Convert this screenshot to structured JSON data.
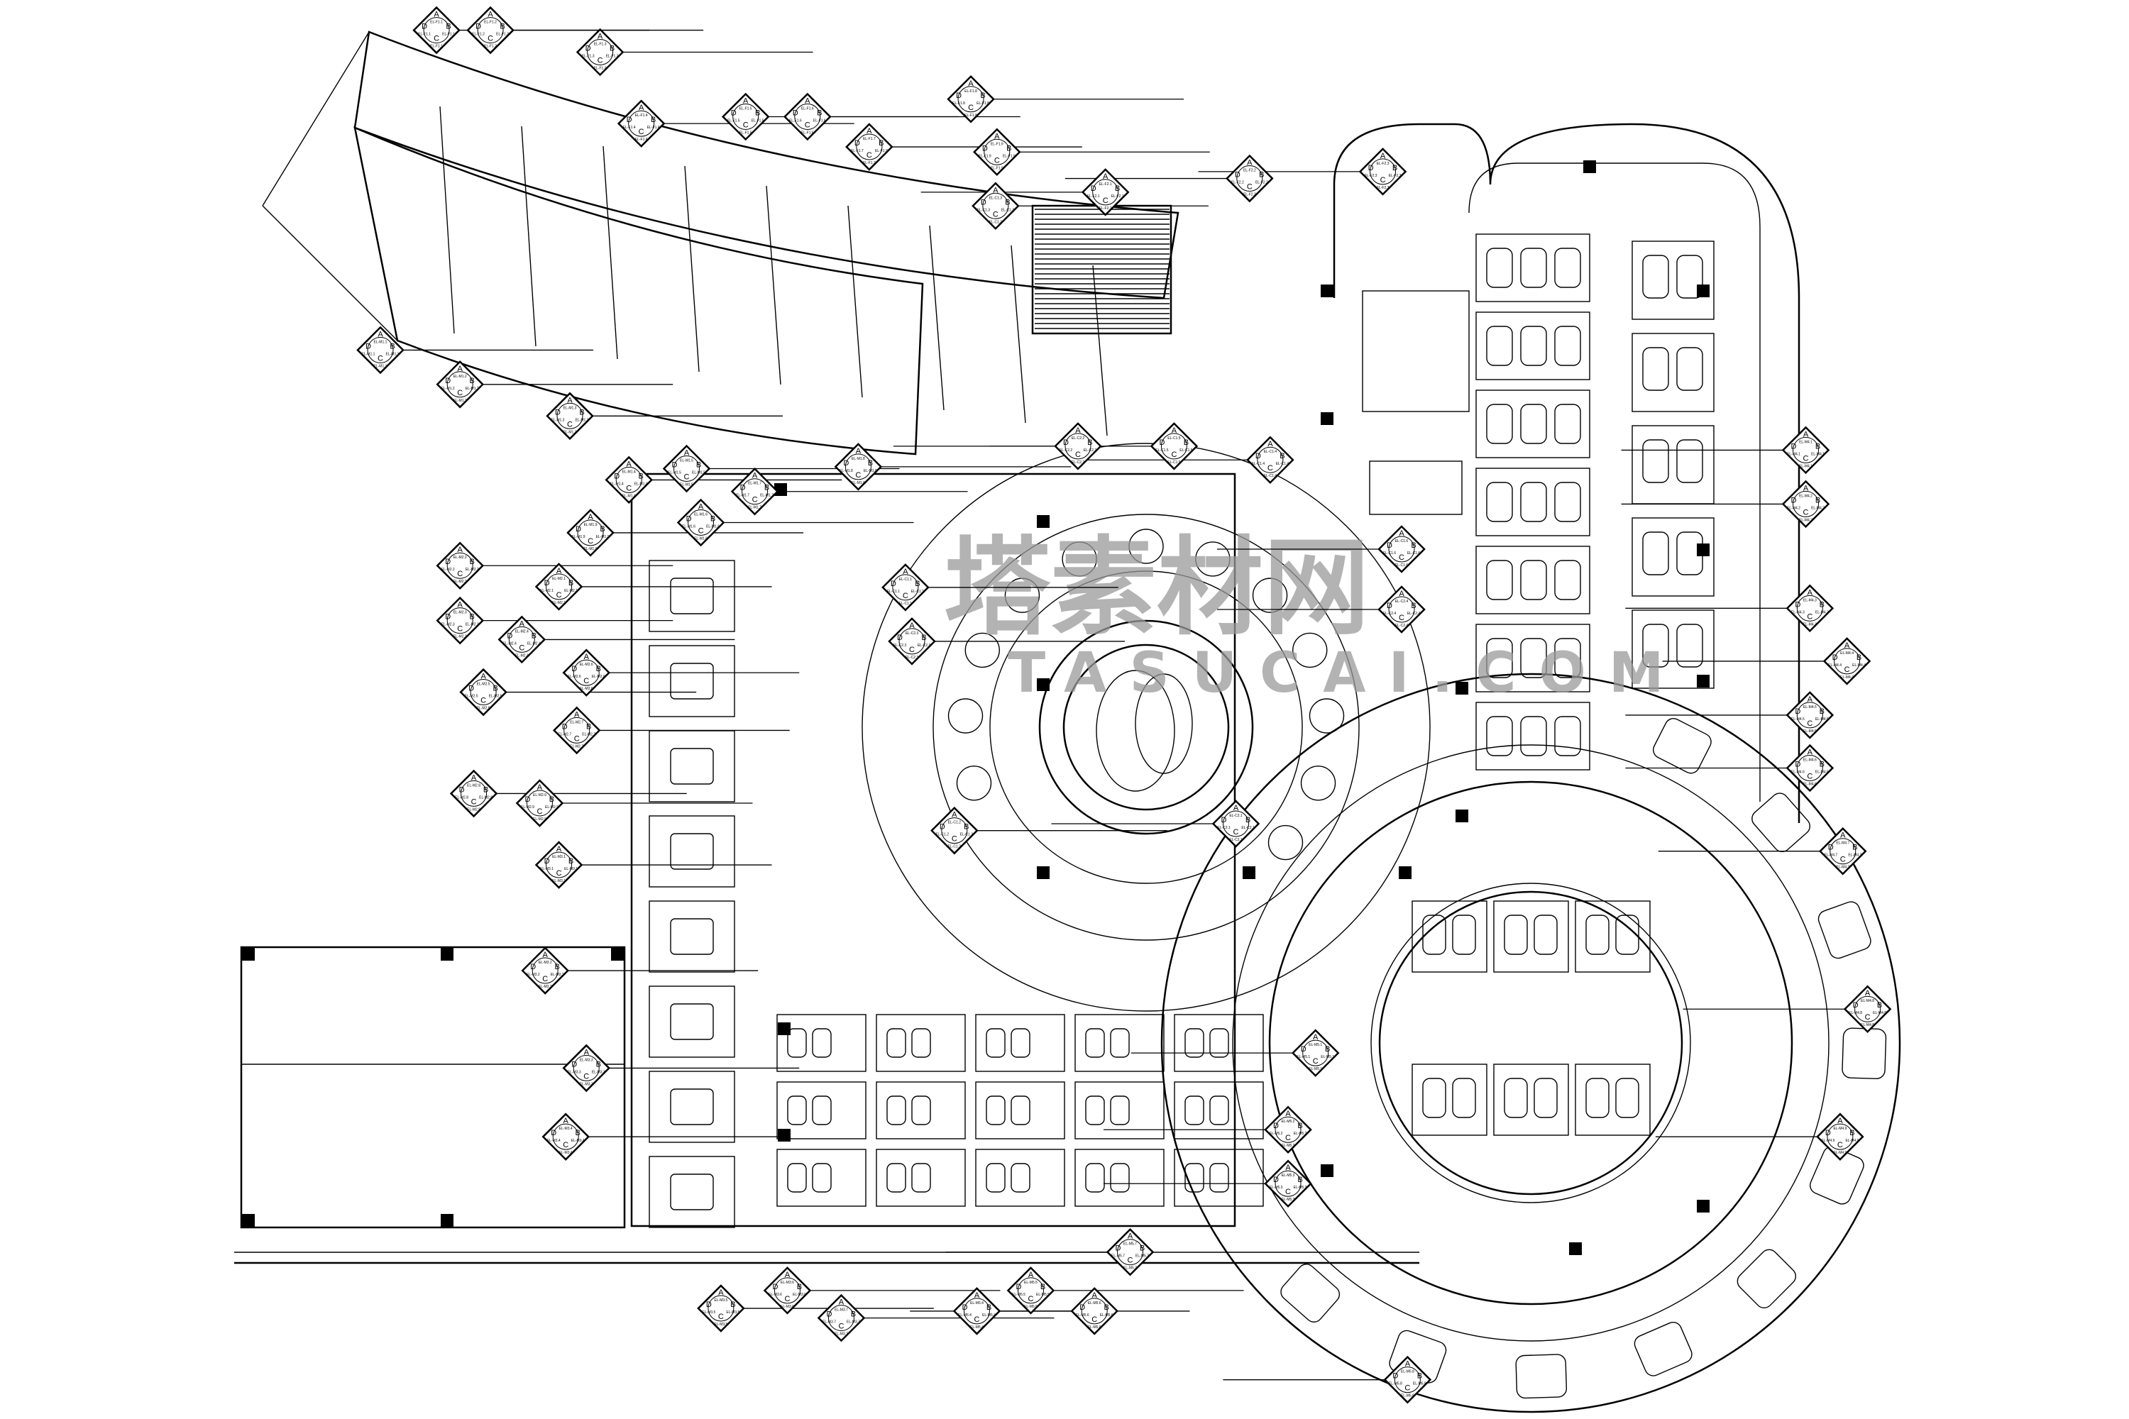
{
  "drawing": {
    "type": "interior elevation index floor plan",
    "watermark_cn": "塔素材网",
    "watermark_en": "TASUCAI.COM"
  },
  "tag_letters": [
    "A",
    "B",
    "C",
    "D"
  ],
  "tags": [
    {
      "code": "EL-F1.1"
    },
    {
      "code": "EL-F1.2"
    },
    {
      "code": "EL-F1.3"
    },
    {
      "code": "EL-F1.4"
    },
    {
      "code": "EL-F1.5"
    },
    {
      "code": "EL-F1.6"
    },
    {
      "code": "EL-F1.7"
    },
    {
      "code": "EL-F1.8"
    },
    {
      "code": "EL-F1.9"
    },
    {
      "code": "EL-F2.1"
    },
    {
      "code": "EL-F2.2"
    },
    {
      "code": "EL-F2.3"
    },
    {
      "code": "EL-M1.1"
    },
    {
      "code": "EL-M1.2"
    },
    {
      "code": "EL-M1.3"
    },
    {
      "code": "EL-M1.4"
    },
    {
      "code": "EL-M1.5"
    },
    {
      "code": "EL-M1.6"
    },
    {
      "code": "EL-M1.7"
    },
    {
      "code": "EL-M1.8"
    },
    {
      "code": "EL-M1.9"
    },
    {
      "code": "EL-M2.1"
    },
    {
      "code": "EL-M2.2"
    },
    {
      "code": "EL-M2.3"
    },
    {
      "code": "EL-M2.4"
    },
    {
      "code": "EL-M2.5"
    },
    {
      "code": "EL-M2.6"
    },
    {
      "code": "EL-M2.7"
    },
    {
      "code": "EL-M2.8"
    },
    {
      "code": "EL-M2.9"
    },
    {
      "code": "EL-M3.1"
    },
    {
      "code": "EL-M3.2"
    },
    {
      "code": "EL-M3.3"
    },
    {
      "code": "EL-M3.4"
    },
    {
      "code": "EL-M3.5"
    },
    {
      "code": "EL-M3.6"
    },
    {
      "code": "EL-M3.7"
    },
    {
      "code": "EL-C1.1"
    },
    {
      "code": "EL-C1.2"
    },
    {
      "code": "EL-C1.3"
    },
    {
      "code": "EL-C1.4"
    },
    {
      "code": "EL-C1.5"
    },
    {
      "code": "EL-C1.6"
    },
    {
      "code": "EL-M4.1"
    },
    {
      "code": "EL-M4.2"
    },
    {
      "code": "EL-M4.3"
    },
    {
      "code": "EL-M4.4"
    },
    {
      "code": "EL-M4.5"
    },
    {
      "code": "EL-M4.6"
    },
    {
      "code": "EL-M4.7"
    },
    {
      "code": "EL-M4.8"
    },
    {
      "code": "EL-M4.9"
    },
    {
      "code": "EL-M5.1"
    },
    {
      "code": "EL-M5.2"
    },
    {
      "code": "EL-M5.3"
    },
    {
      "code": "EL-M5.4"
    },
    {
      "code": "EL-M5.5"
    },
    {
      "code": "EL-M5.6"
    },
    {
      "code": "EL-M5.7"
    },
    {
      "code": "EL-M5.8"
    },
    {
      "code": "EL-C2.1"
    },
    {
      "code": "EL-C2.2"
    },
    {
      "code": "EL-C2.3"
    },
    {
      "code": "EL-C2.4"
    }
  ]
}
